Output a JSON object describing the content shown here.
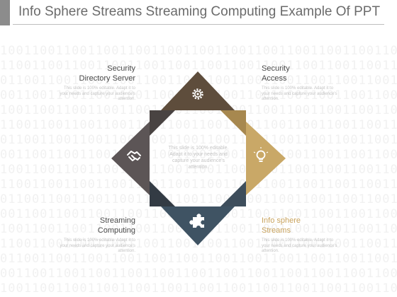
{
  "title": "Info Sphere  Streams Streaming Computing Example Of PPT",
  "background_pattern": "1001100110011001100110011001100110011001100110011001100110011001",
  "center_note": "This slide is 100% editable. Adapt it to your needs and capture your audience's attention.",
  "items": [
    {
      "label_line1": "Security",
      "label_line2": "Directory Server",
      "note": "This slide is 100% editable. Adapt it to your needs and capture your audience's attention.",
      "icon": "gear-icon",
      "color": "#5e4d3c"
    },
    {
      "label_line1": "Security",
      "label_line2": "Access",
      "note": "This slide is 100% editable. Adapt it to your needs and capture your audience's attention.",
      "icon": "lightbulb-icon",
      "color": "#c9a867"
    },
    {
      "label_line1": "Streaming",
      "label_line2": "Computing",
      "note": "This slide is 100% editable. Adapt it to your needs and capture your audience's attention.",
      "icon": "handshake-icon",
      "color": "#5c5556"
    },
    {
      "label_line1": "Info sphere",
      "label_line2": "Streams",
      "note": "This slide is 100% editable. Adapt it to your needs and capture your audience's attention.",
      "icon": "puzzle-icon",
      "color": "#3f5363"
    }
  ]
}
